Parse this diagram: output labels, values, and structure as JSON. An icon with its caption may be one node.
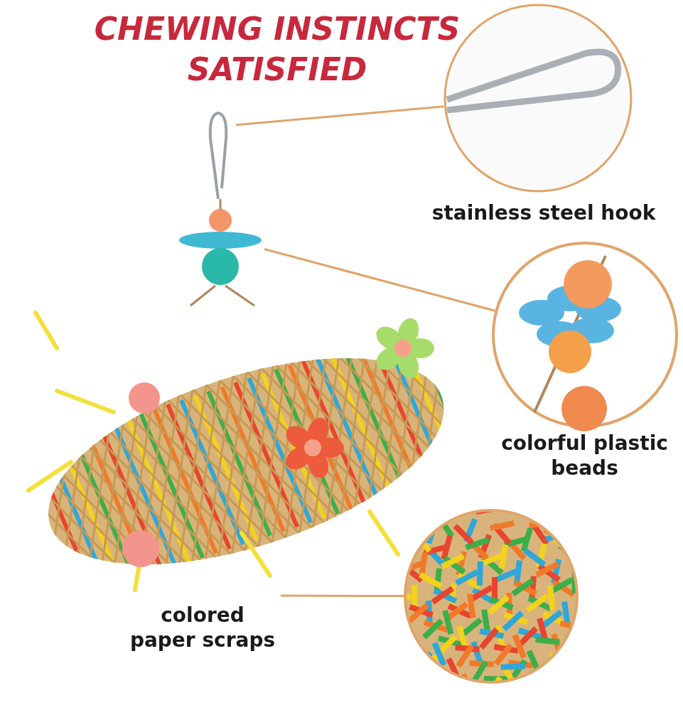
{
  "diagram": {
    "title": "CHEWING INSTINCTS SATISFIED",
    "nodes": [
      {
        "text": [],
        "shape": "picture"
      },
      {
        "text": [],
        "shape": "picture",
        "beside": [
          "stainless steel hook"
        ]
      },
      {
        "text": [],
        "shape": "picture"
      },
      {
        "text": [],
        "shape": "picture",
        "beside": [
          "colorful plastic beads"
        ]
      },
      {
        "text": [],
        "shape": "picture"
      },
      {
        "text": [],
        "shape": "picture"
      }
    ],
    "edges": [
      {
        "from": 0,
        "to": 1,
        "arrow": "none"
      },
      {
        "from": 2,
        "to": 3,
        "arrow": "none"
      },
      {
        "from": 4,
        "to": 5,
        "arrow": "none"
      }
    ],
    "labels": [
      "colored paper scraps"
    ]
  }
}
